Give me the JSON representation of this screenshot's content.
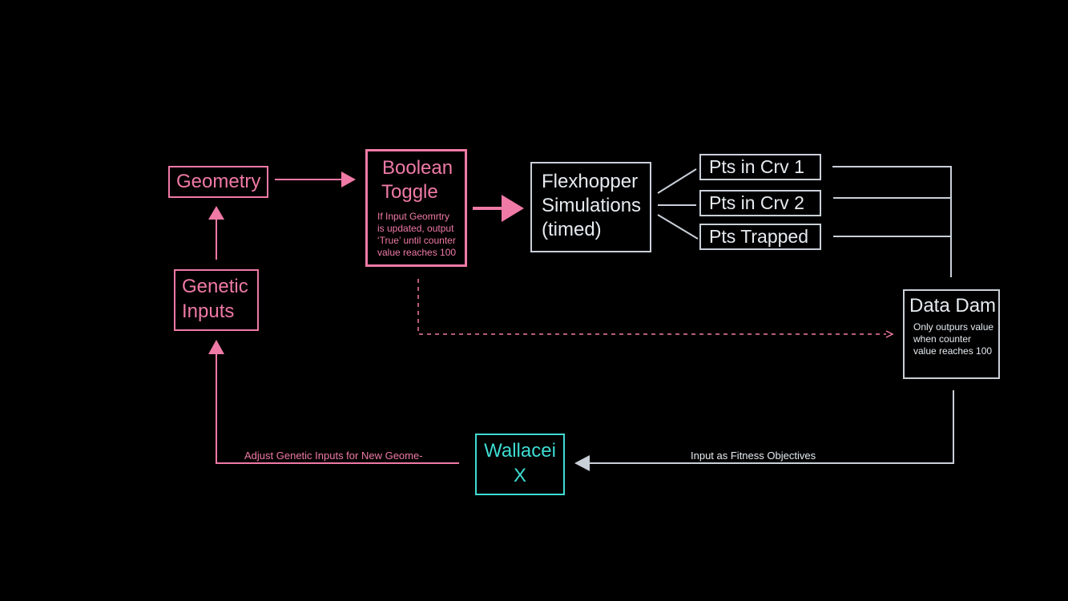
{
  "colors": {
    "background": "#000000",
    "pink": "#f07aa6",
    "grey": "#c9d0d8",
    "teal": "#3fdcd3"
  },
  "nodes": {
    "geometry": {
      "title": "Geometry"
    },
    "genetic_inputs": {
      "title_line1": "Genetic",
      "title_line2": "Inputs"
    },
    "boolean_toggle": {
      "title_line1": "Boolean",
      "title_line2": "Toggle",
      "note_lines": [
        "If Input Geomrtry",
        "is updated, output",
        "‘True’ until counter",
        "value reaches 100"
      ]
    },
    "flexhopper": {
      "title_lines": [
        "Flexhopper",
        "Simulations",
        "(timed)"
      ]
    },
    "pts_crv1": {
      "title": "Pts in Crv 1"
    },
    "pts_crv2": {
      "title": "Pts in Crv 2"
    },
    "pts_trapped": {
      "title": "Pts Trapped"
    },
    "data_dam": {
      "title": "Data Dam",
      "note_lines": [
        "Only outpurs value",
        "when counter",
        "value reaches 100"
      ]
    },
    "wallacei": {
      "title_line1": "Wallacei",
      "title_line2": "X"
    }
  },
  "edges": {
    "adjust_label": "Adjust Genetic Inputs for New Geome-",
    "fitness_label": "Input as Fitness Objectives"
  }
}
